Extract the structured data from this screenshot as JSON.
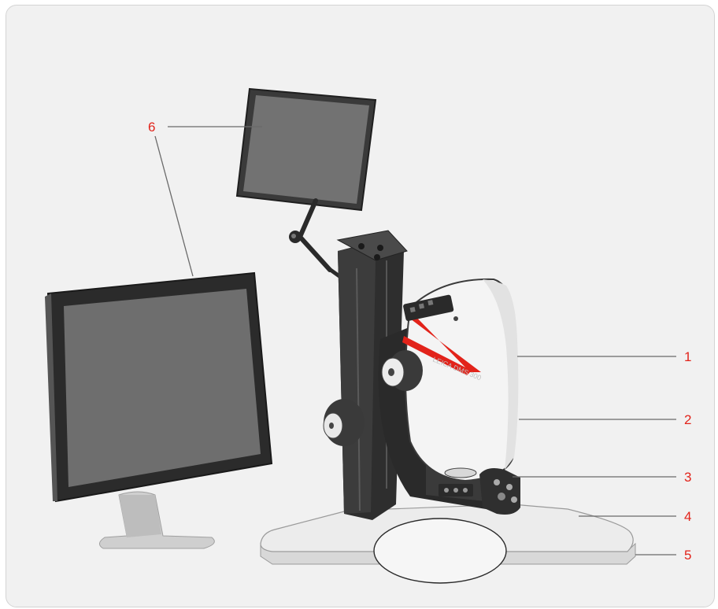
{
  "callouts": [
    {
      "label": "1",
      "target": "microscope-head"
    },
    {
      "label": "2",
      "target": "microscope-body"
    },
    {
      "label": "3",
      "target": "control-panel"
    },
    {
      "label": "4",
      "target": "base-plate-edge"
    },
    {
      "label": "5",
      "target": "base-plate"
    },
    {
      "label": "6",
      "target": "monitors"
    }
  ],
  "product_text": "LEICA DMS 300",
  "colors": {
    "callout": "#e2231a",
    "leader": "#6a6a6a",
    "background": "#f1f1f1",
    "accent_stripe": "#e2231a"
  }
}
